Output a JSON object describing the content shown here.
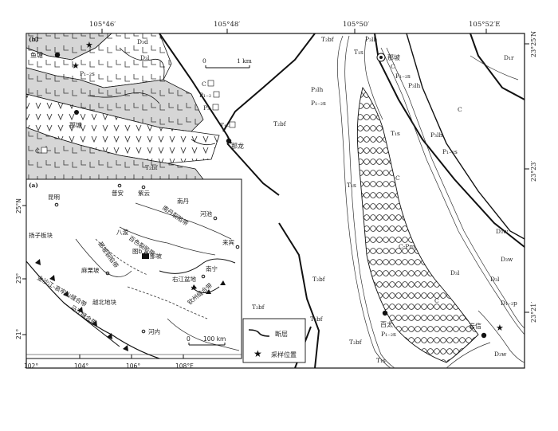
{
  "panel_b_label": "(b)",
  "panel_a_label": "(a)",
  "top_ticks": [
    "105°46′",
    "105°48′",
    "105°50′",
    "105°52′E"
  ],
  "right_ticks": [
    "23°25′N",
    "23°23′",
    "23°21′"
  ],
  "scale_bar": {
    "zero": "0",
    "one": "1 km"
  },
  "place_names": {
    "yutang": "鱼塘",
    "natang": "那塘",
    "nalong": "那龙",
    "napo": "那坡",
    "baitai": "百太",
    "yanxin": "岩信"
  },
  "strata": {
    "d3d": "D₃d",
    "d3l_top": "D₃l",
    "c_top": "C",
    "p12s_top": "P₁₋₂s",
    "c_box": "C",
    "p12_box": "P₁₋₂",
    "p3_box": "P₃",
    "t12_box": "T₁₋₂",
    "c_left_box": "C",
    "t2bf_a": "T₂bf",
    "t2bf_b": "T₂bf",
    "t2bf_main": "T₂bf",
    "t2bf_ne": "T₂bf",
    "t1s_ne": "T₁s",
    "p3lh_ne": "P₃lh",
    "c_napo": "C",
    "p12s_r1": "P₁₋₂s",
    "p3lh_r1": "P₃lh",
    "p3lh_l1": "P₃lh",
    "p12s_l1": "P₁₋₂s",
    "t1s_mid": "T₁s",
    "p3lh_r2": "P₃lh",
    "p12s_r2": "P₁₋₂s",
    "c_right": "C",
    "c_mid": "C",
    "t1s_left": "T₁s",
    "c_pm": "C-Pm",
    "c_lower": "C",
    "d3w_1": "D₃w",
    "d3w_2": "D₃w",
    "d3l_r": "D₃l",
    "d3l_r2": "D₃l",
    "d12p": "D₁₋₂p",
    "d3w_3": "D₃w",
    "d1r": "D₁r",
    "t2bf_l1": "T₂bf",
    "t2bf_l2": "T₂bf",
    "t2bf_l3": "T₂bf",
    "t2bf_l4": "T₂bf",
    "p12s_baitai": "P₁₋₂s",
    "t1s_bottom": "T₁s"
  },
  "inset": {
    "lat_labels": [
      "25°N",
      "23°",
      "21°"
    ],
    "lon_labels": [
      "102°",
      "104°",
      "106°",
      "108°E"
    ],
    "places": {
      "kunming": "昆明",
      "puan": "普安",
      "ziyun": "紫云",
      "nandan": "南丹",
      "hechi": "河池",
      "laibin": "来宾",
      "nanning": "南宁",
      "badu": "八渡",
      "napo": "那坡",
      "malipo": "麻栗坡",
      "hanoi": "河内",
      "tub": "图b"
    },
    "units": {
      "yangtze": "扬子板块",
      "nandan_dep": "南丹裂陷带",
      "baise_dep": "百色裂陷带",
      "napo_dep": "那坡裂陷带",
      "youjiang": "右江盆地",
      "qinzhou": "钦州缝合带",
      "yuebei": "越北地块",
      "jinsha": "金沙江-哀牢山缝合带",
      "majiang": "马江缝合带"
    },
    "scale": "0",
    "scale_km": "100 km"
  },
  "legend": {
    "fault": "断层",
    "sample": "采样位置"
  }
}
